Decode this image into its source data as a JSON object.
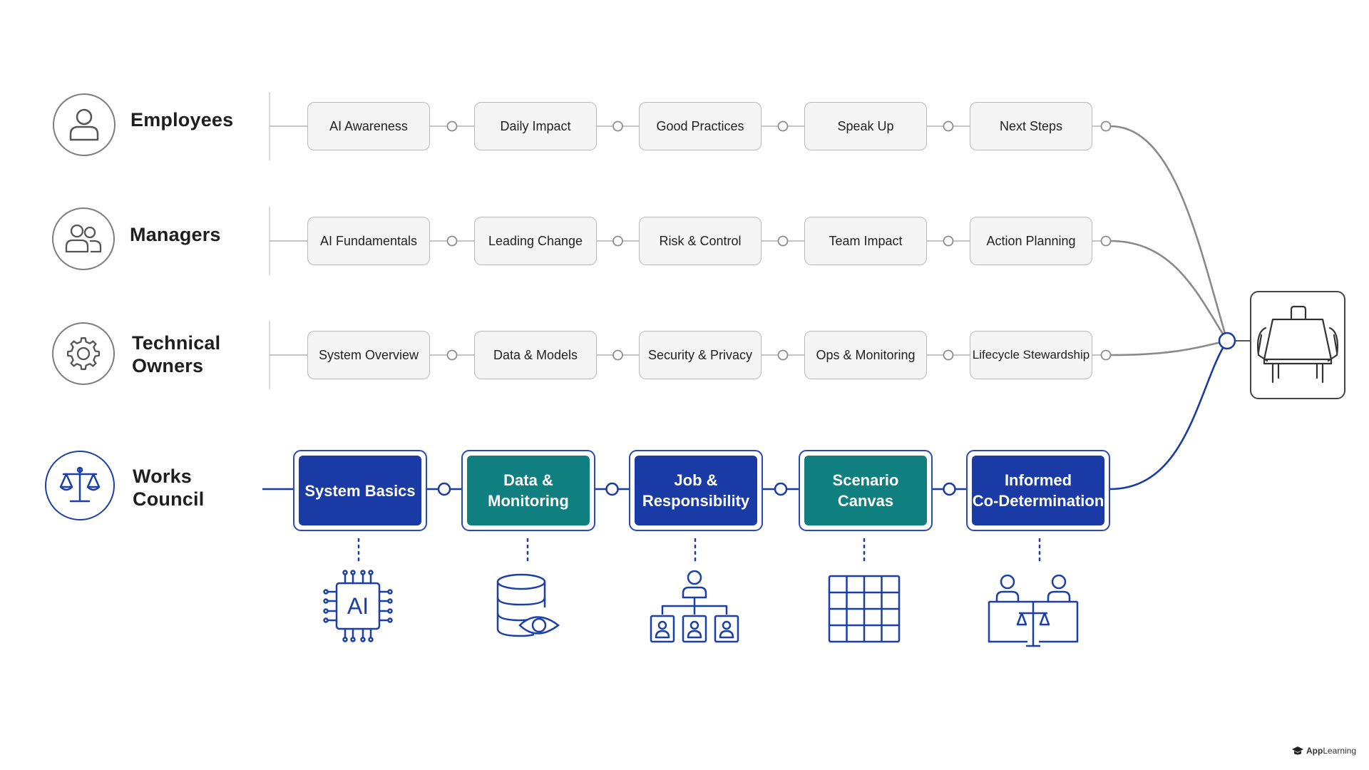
{
  "rows": [
    {
      "label": "Employees",
      "steps": [
        "AI Awareness",
        "Daily Impact",
        "Good Practices",
        "Speak Up",
        "Next Steps"
      ]
    },
    {
      "label": "Managers",
      "steps": [
        "AI Fundamentals",
        "Leading Change",
        "Risk & Control",
        "Team Impact",
        "Action Planning"
      ]
    },
    {
      "label": "Technical\nOwners",
      "steps": [
        "System Overview",
        "Data & Models",
        "Security & Privacy",
        "Ops & Monitoring",
        "Lifecycle Stewardship"
      ]
    }
  ],
  "works_council": {
    "label": "Works\nCouncil",
    "steps": [
      {
        "text": "System Basics",
        "style": "blue",
        "icon": "ai-chip-icon"
      },
      {
        "text": "Data &\nMonitoring",
        "style": "teal",
        "icon": "database-eye-icon"
      },
      {
        "text": "Job &\nResponsibility",
        "style": "blue",
        "icon": "org-chart-icon"
      },
      {
        "text": "Scenario\nCanvas",
        "style": "teal",
        "icon": "grid-canvas-icon"
      },
      {
        "text": "Informed\nCo-Determination",
        "style": "blue",
        "icon": "people-scale-icon"
      }
    ]
  },
  "destination_icon": "meeting-table-icon",
  "role_icons": [
    "person-icon",
    "people-icon",
    "gear-icon",
    "scale-icon"
  ],
  "colors": {
    "gray_line": "#8a8a8a",
    "council_blue": "#1a3aa6",
    "council_teal": "#0f7f7f"
  },
  "brand": {
    "name_bold": "App",
    "name_rest": "Learning"
  }
}
